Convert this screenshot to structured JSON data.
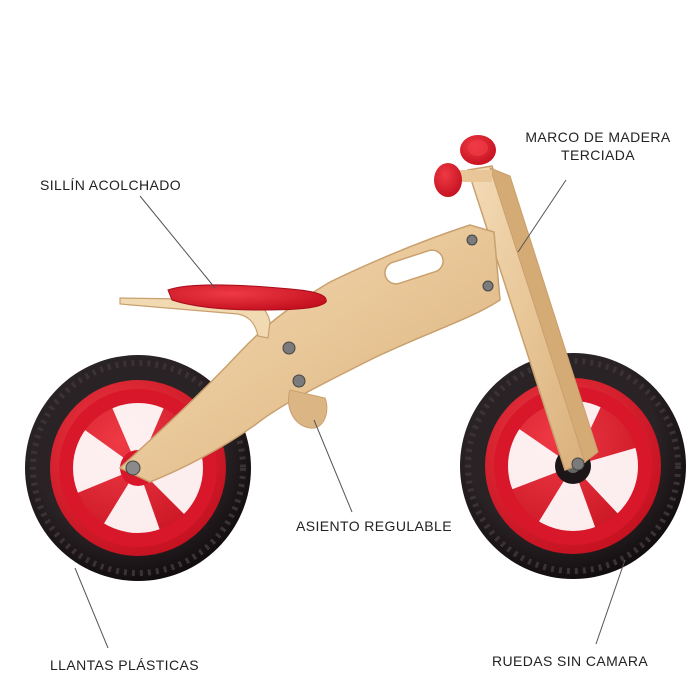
{
  "labels": {
    "frame_line1": "MARCO DE MADERA",
    "frame_line2": "TERCIADA",
    "seat": "SILLÍN ACOLCHADO",
    "adjustable_seat": "ASIENTO REGULABLE",
    "tires": "LLANTAS PLÁSTICAS",
    "wheels": "RUEDAS SIN CAMARA"
  },
  "colors": {
    "background": "#ffffff",
    "wood": "#e9c9a0",
    "wood_edge": "#c9a06e",
    "red": "#d8172a",
    "tire": "#1c1618",
    "bolt": "#6b6b6b",
    "leader_line": "#555555"
  }
}
